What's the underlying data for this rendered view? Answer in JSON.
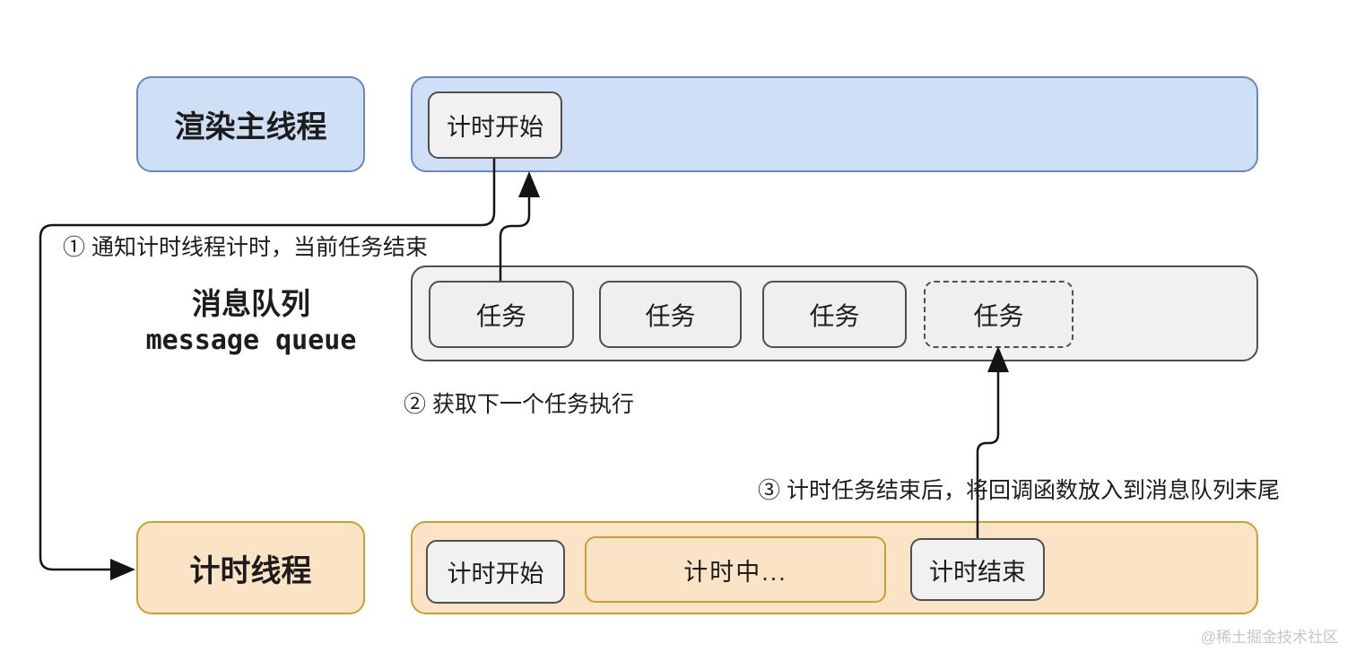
{
  "colors": {
    "blue_fill": "#cfdff5",
    "blue_border": "#6787c5",
    "gray_fill": "#f1f1f1",
    "gray_border": "#4f4f4f",
    "orange_fill": "#fbe4c5",
    "orange_border": "#d09d33",
    "arrow_line": "#141414",
    "watermark_text": "#c6c6c6"
  },
  "render_thread": {
    "label": "渲染主线程",
    "timer_start": "计时开始"
  },
  "message_queue": {
    "title_cn": "消息队列",
    "title_en": "message queue",
    "tasks": [
      {
        "label": "任务",
        "dashed": false
      },
      {
        "label": "任务",
        "dashed": false
      },
      {
        "label": "任务",
        "dashed": false
      },
      {
        "label": "任务",
        "dashed": true
      }
    ]
  },
  "timer_thread": {
    "label": "计时线程",
    "timer_start": "计时开始",
    "timing": "计时中...",
    "timer_end": "计时结束"
  },
  "annotations": {
    "step1": "① 通知计时线程计时，当前任务结束",
    "step2": "② 获取下一个任务执行",
    "step3": "③ 计时任务结束后，将回调函数放入到消息队列末尾"
  },
  "watermark": "@稀土掘金技术社区"
}
